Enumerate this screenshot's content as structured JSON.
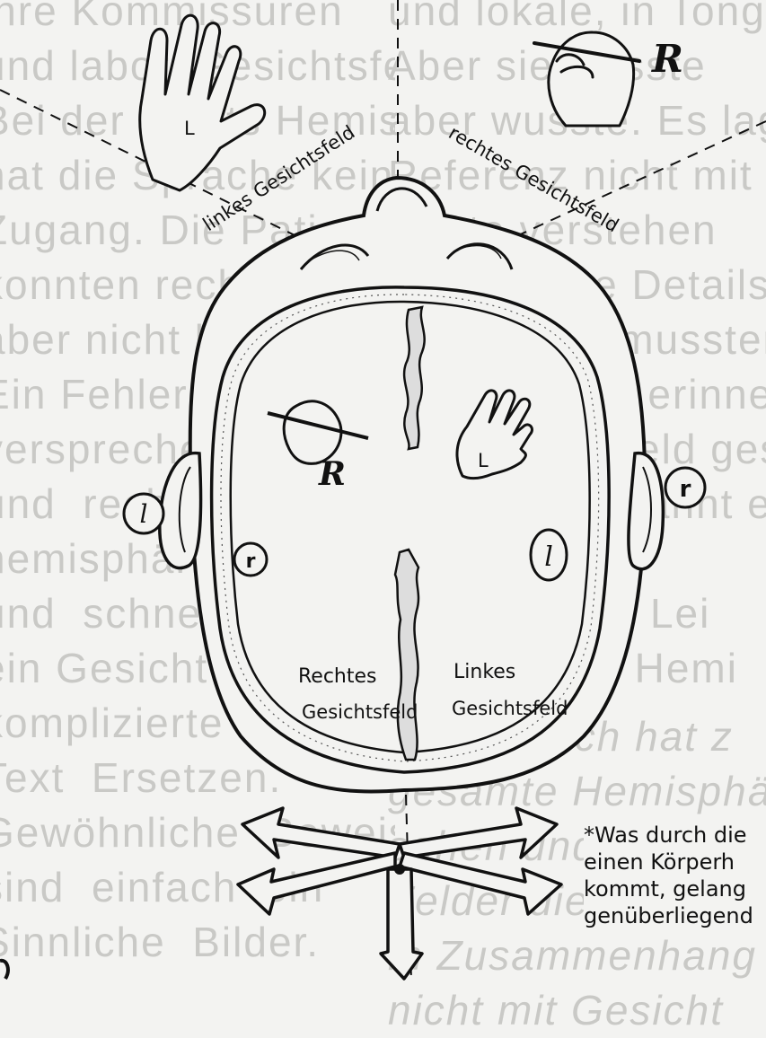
{
  "background_text": {
    "left": "ihre Kommissuren\nund labor, Gesichtsfeld\nBei der rechts Hemisphäre\nhat die Sprache keinen\nZugang. Die Patienten\nkonnten rechts greifen\naber nicht benennen.\nEin Fehler, der viele\nversprechen  a ben.\nund  rechts  sehr spät\nhemisphärisch.\nund  schnell links\nein Gesicht erkennen.\nkomplizierte Lösungen\nText  Ersetzen.\nGewöhnliche  Beweise\nsind  einfach  ein\nSinnliche  Bilder.",
    "right": "und lokale, in Tonge\nAber sie wusste\naber wusste. Es lag\nReferenz nicht mit\nWorte verstehen\nFalls einige Details\nTatsachen, mussten\nEinzelheiten erinnern\nim Gesichtsfeld gesehen\nnachdem erkannt er sei\n\nbeide rechte Lei\nLeitweg der Hemi\nversagt",
    "bottom": "der Mensch hat z\ngesamte Hemisphä\nsehen und Schreiben\nFelder die Sprache\nin Zusammenhang\nnicht mit Gesicht"
  },
  "labels": {
    "left_visual_field": "linkes Gesichtsfeld",
    "right_visual_field": "rechtes Gesichtsfeld",
    "right_field_line1": "Rechtes",
    "right_field_line2": "Gesichtsfeld",
    "left_field_line1": "Linkes",
    "left_field_line2": "Gesichtsfeld",
    "hand_L_top": "L",
    "hand_L_brain": "L",
    "script_R_top": "R",
    "script_R_brain": "R",
    "ear_left": "l",
    "ear_right": "r",
    "hemisphere_right": "r",
    "hemisphere_left": "l"
  },
  "footnote": {
    "line1": "*Was durch die",
    "line2": "einen Körperh",
    "line3": "kommt, gelang",
    "line4": "genüberliegend"
  }
}
